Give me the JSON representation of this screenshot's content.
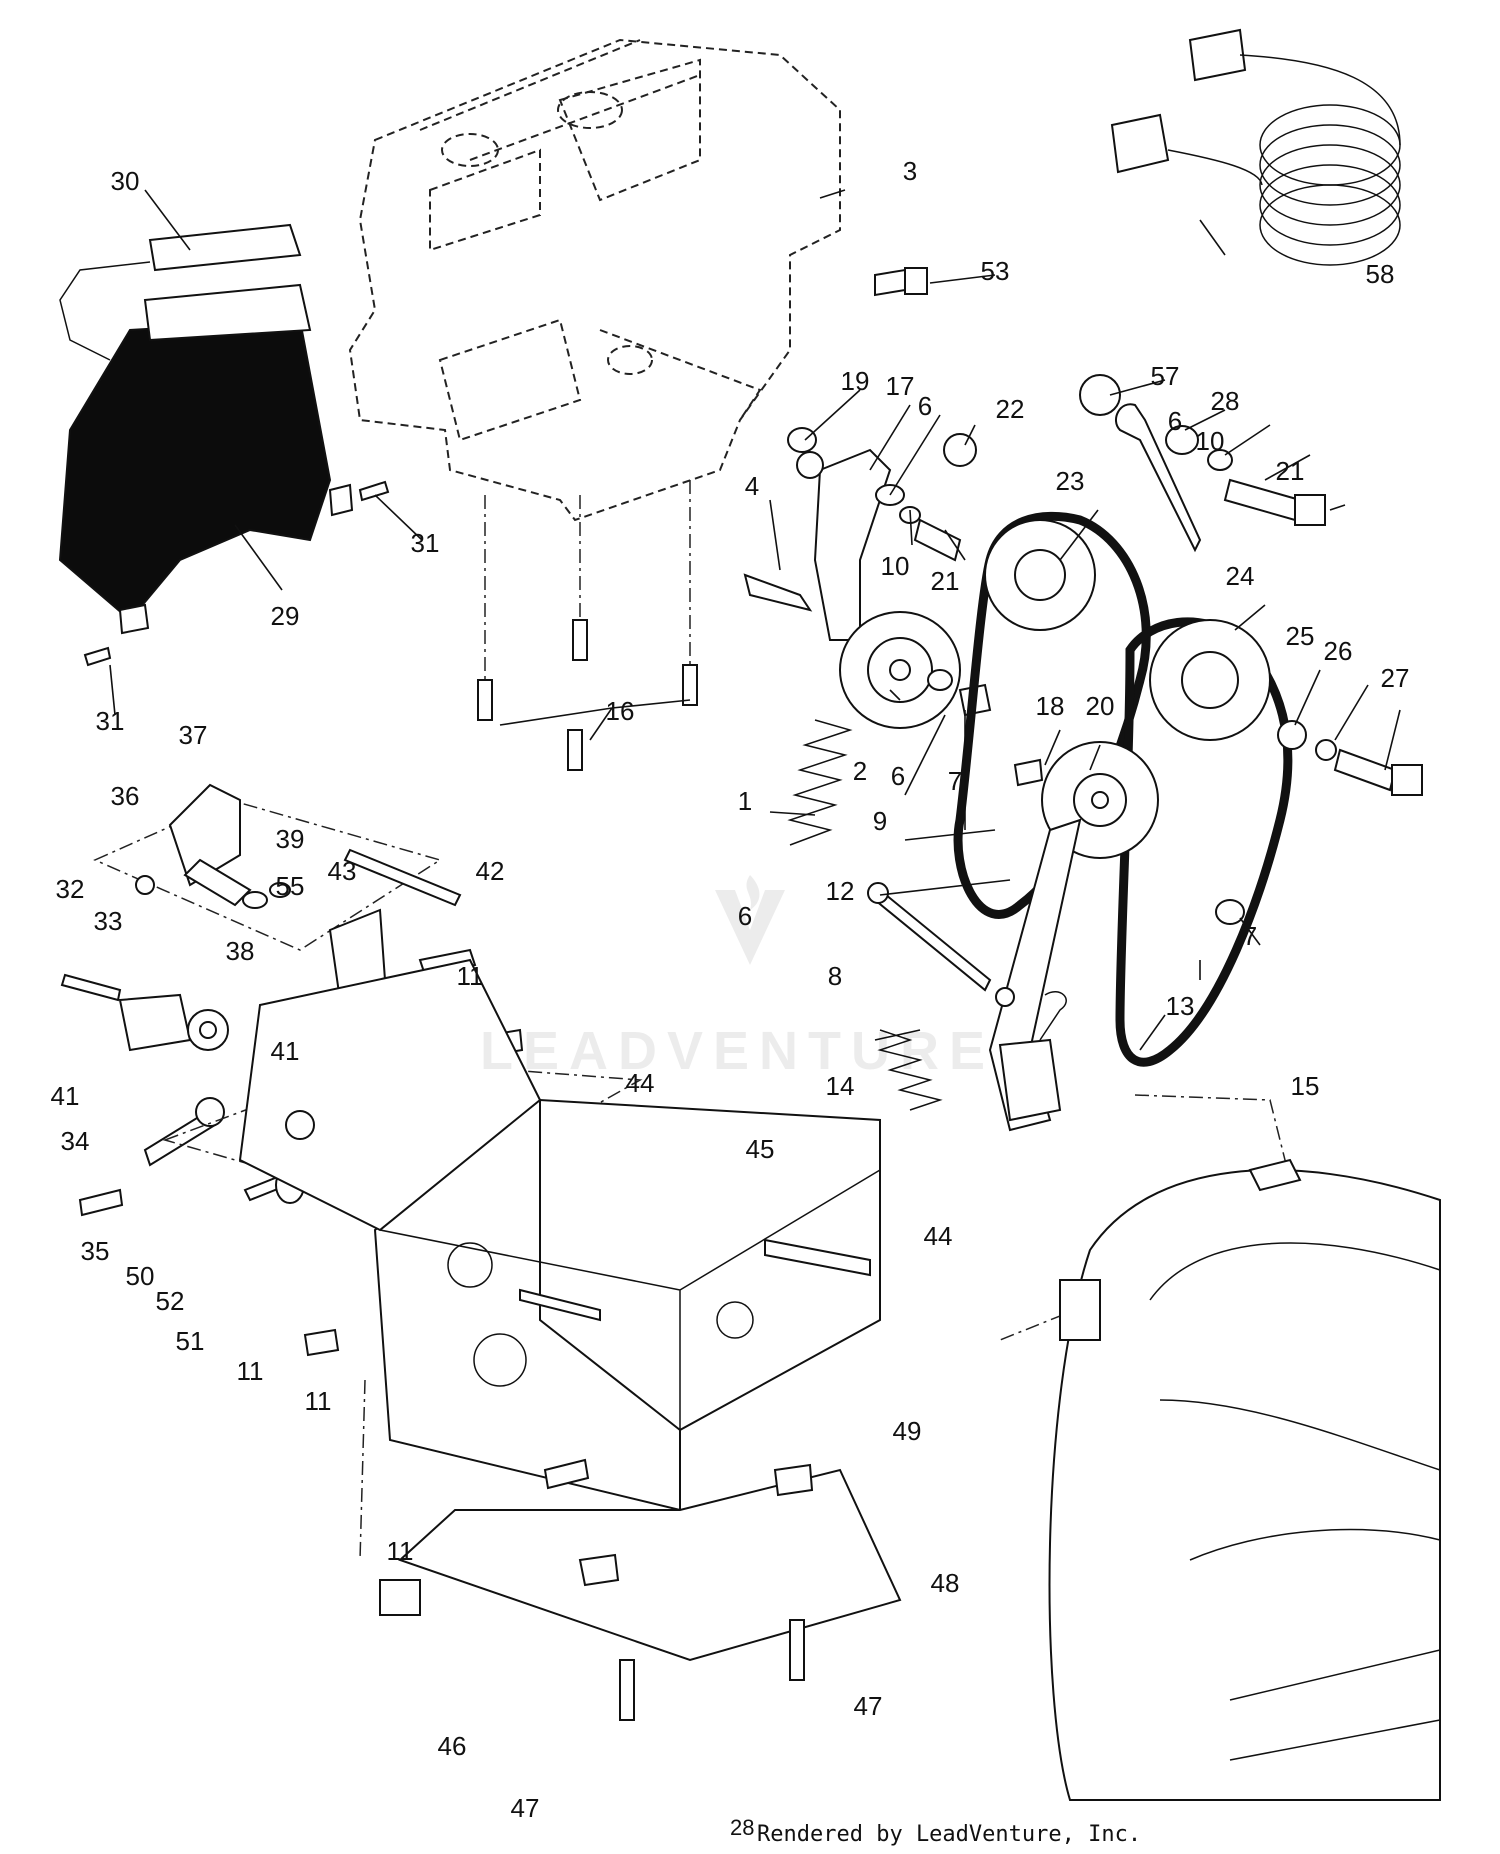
{
  "diagram": {
    "callouts": [
      "1",
      "2",
      "3",
      "4",
      "6",
      "6",
      "6",
      "6",
      "7",
      "7",
      "8",
      "9",
      "10",
      "10",
      "11",
      "11",
      "11",
      "11",
      "12",
      "13",
      "14",
      "15",
      "16",
      "17",
      "18",
      "19",
      "20",
      "21",
      "21",
      "22",
      "23",
      "24",
      "25",
      "26",
      "27",
      "28",
      "29",
      "30",
      "31",
      "31",
      "32",
      "33",
      "34",
      "35",
      "36",
      "37",
      "38",
      "39",
      "41",
      "41",
      "42",
      "43",
      "44",
      "44",
      "45",
      "46",
      "47",
      "47",
      "48",
      "49",
      "50",
      "51",
      "52",
      "53",
      "55",
      "57",
      "58"
    ]
  },
  "footer": {
    "page_number": "28",
    "credit": "Rendered by LeadVenture, Inc."
  },
  "watermark": {
    "text": "LEADVENTURE"
  }
}
